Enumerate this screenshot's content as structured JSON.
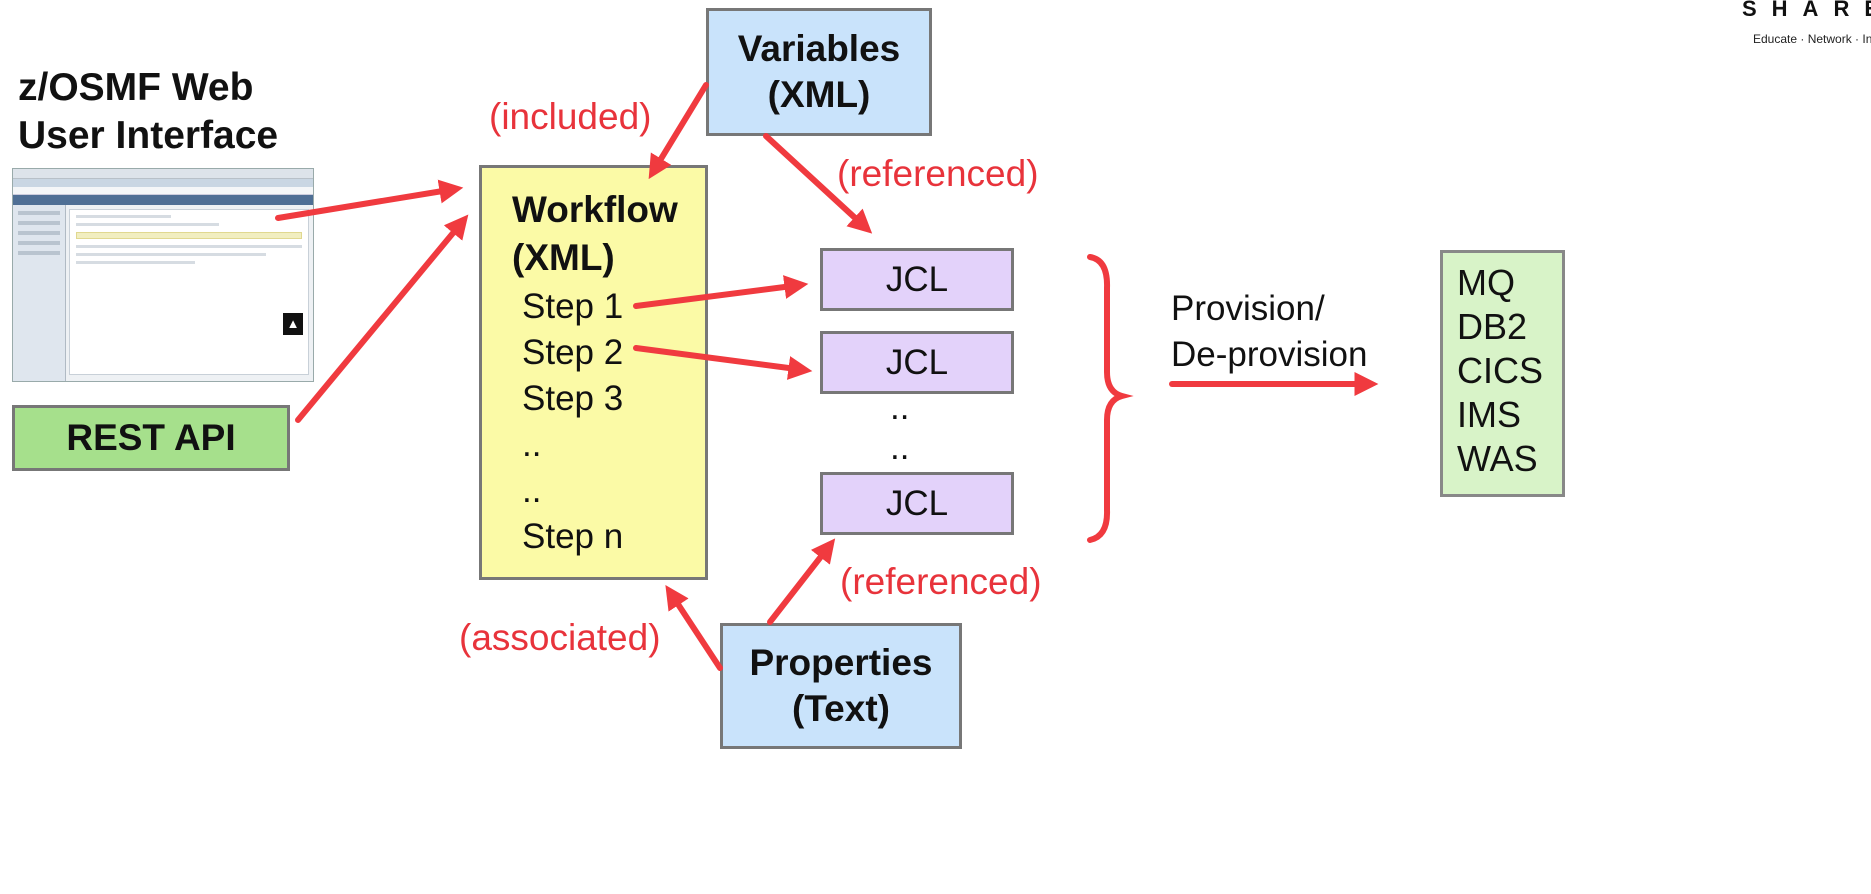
{
  "logo": {
    "name": "SHARE",
    "tagline": "Educate · Network · Influence"
  },
  "zosmf": {
    "title_line1": "z/OSMF Web",
    "title_line2": "User Interface"
  },
  "rest_api": {
    "label": "REST API"
  },
  "variables": {
    "line1": "Variables",
    "line2": "(XML)"
  },
  "workflow": {
    "line1": "Workflow",
    "line2": "(XML)",
    "steps": [
      "Step 1",
      "Step 2",
      "Step 3",
      "..",
      "..",
      "Step n"
    ]
  },
  "properties": {
    "line1": "Properties",
    "line2": "(Text)"
  },
  "jcl": {
    "labels": [
      "JCL",
      "JCL",
      "JCL"
    ],
    "dots": [
      "..",
      ".."
    ]
  },
  "labels": {
    "included": "(included)",
    "referenced_top": "(referenced)",
    "referenced_bottom": "(referenced)",
    "associated": "(associated)"
  },
  "provision": {
    "line1": "Provision/",
    "line2": "De-provision"
  },
  "services": [
    "MQ",
    "DB2",
    "CICS",
    "IMS",
    "WAS"
  ],
  "colors": {
    "arrow": "#f03a3f",
    "label_red": "#e8333b",
    "rest_green": "#a6e08c",
    "xml_blue": "#c9e3fb",
    "workflow_yellow": "#fbfaa6",
    "jcl_purple": "#e3d2fa",
    "services_green": "#d8f3c8"
  }
}
